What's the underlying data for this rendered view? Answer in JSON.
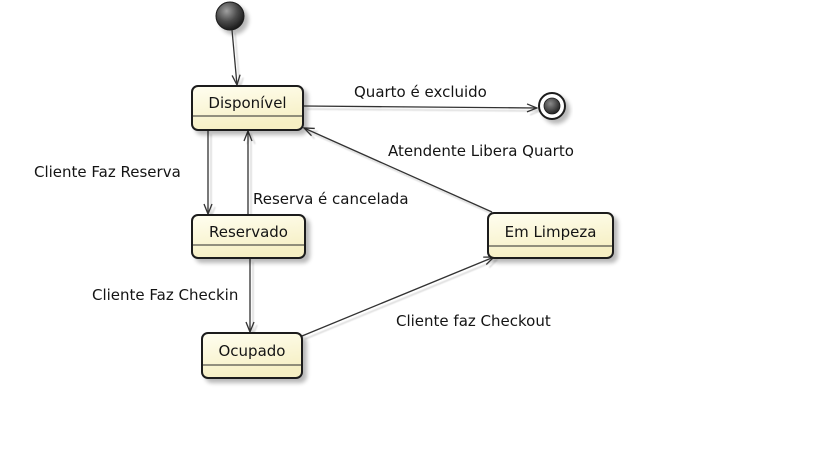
{
  "states": {
    "disponivel": {
      "label": "Disponível"
    },
    "reservado": {
      "label": "Reservado"
    },
    "ocupado": {
      "label": "Ocupado"
    },
    "em_limpeza": {
      "label": "Em Limpeza"
    }
  },
  "transitions": {
    "quarto_excluido": {
      "label": "Quarto é excluido"
    },
    "atendente_libera": {
      "label": "Atendente Libera Quarto"
    },
    "cliente_reserva": {
      "label": "Cliente Faz Reserva"
    },
    "reserva_cancelada": {
      "label": "Reserva é cancelada"
    },
    "cliente_checkin": {
      "label": "Cliente Faz Checkin"
    },
    "cliente_checkout": {
      "label": "Cliente faz Checkout"
    }
  }
}
